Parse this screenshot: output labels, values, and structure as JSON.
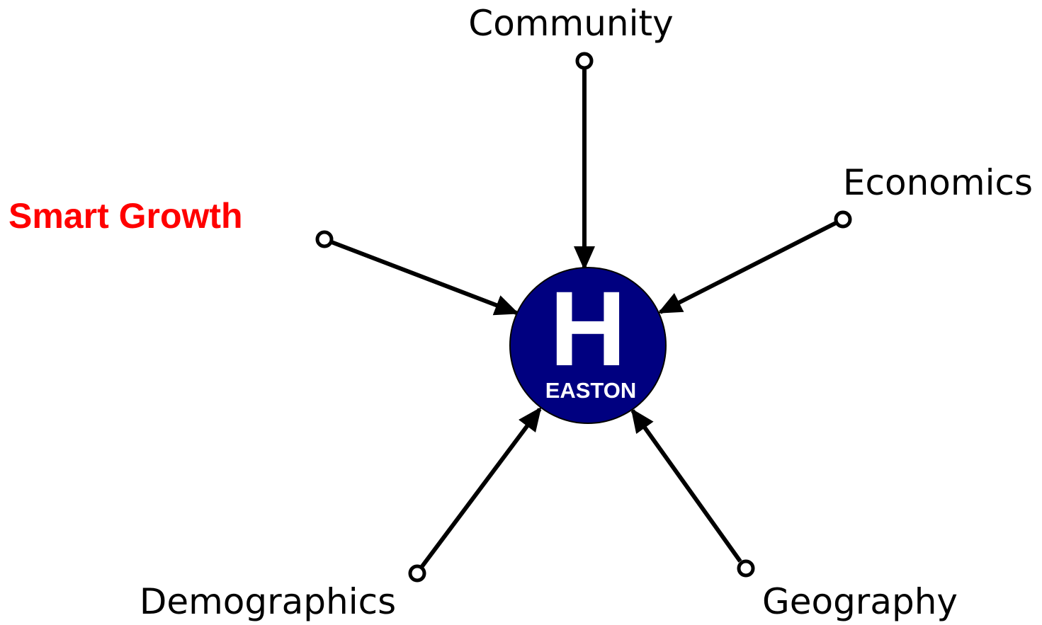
{
  "hub": {
    "letter": "H",
    "name": "EASTON",
    "fill_color": "#000080",
    "text_color": "#ffffff"
  },
  "factors": [
    {
      "key": "community",
      "label": "Community",
      "color": "#000000",
      "emphasis": false
    },
    {
      "key": "economics",
      "label": "Economics",
      "color": "#000000",
      "emphasis": false
    },
    {
      "key": "smart_growth",
      "label": "Smart Growth",
      "color": "#ff0000",
      "emphasis": true
    },
    {
      "key": "demographics",
      "label": "Demographics",
      "color": "#000000",
      "emphasis": false
    },
    {
      "key": "geography",
      "label": "Geography",
      "color": "#000000",
      "emphasis": false
    }
  ],
  "arrow_color": "#000000"
}
